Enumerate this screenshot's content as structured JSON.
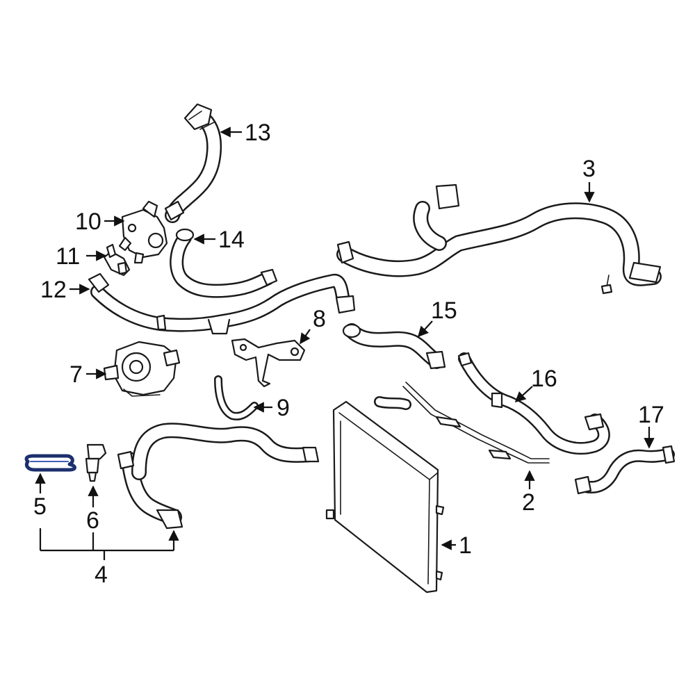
{
  "callouts": [
    {
      "id": "1",
      "label": "1"
    },
    {
      "id": "2",
      "label": "2"
    },
    {
      "id": "3",
      "label": "3"
    },
    {
      "id": "4",
      "label": "4"
    },
    {
      "id": "5",
      "label": "5"
    },
    {
      "id": "6",
      "label": "6"
    },
    {
      "id": "7",
      "label": "7"
    },
    {
      "id": "8",
      "label": "8"
    },
    {
      "id": "9",
      "label": "9"
    },
    {
      "id": "10",
      "label": "10"
    },
    {
      "id": "11",
      "label": "11"
    },
    {
      "id": "12",
      "label": "12"
    },
    {
      "id": "13",
      "label": "13"
    },
    {
      "id": "14",
      "label": "14"
    },
    {
      "id": "15",
      "label": "15"
    },
    {
      "id": "16",
      "label": "16"
    },
    {
      "id": "17",
      "label": "17"
    }
  ],
  "colors": {
    "line": "#1a1a1a",
    "highlight": "#1c2f6e",
    "background": "#ffffff"
  }
}
